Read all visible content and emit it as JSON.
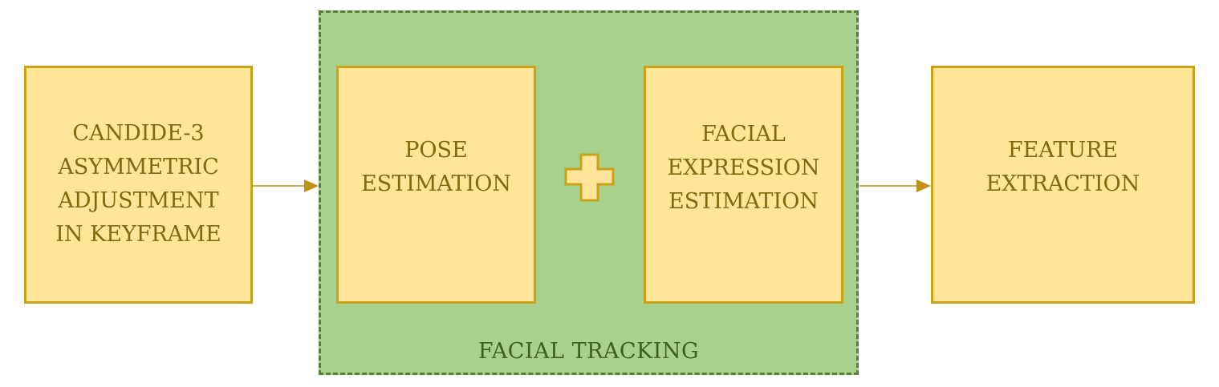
{
  "diagram": {
    "group": {
      "label": "FACIAL TRACKING"
    },
    "nodes": {
      "candide": {
        "label": "CANDIDE-3\nASYMMETRIC\nADJUSTMENT\nIN KEYFRAME"
      },
      "pose": {
        "label": "POSE\nESTIMATION"
      },
      "facial_expression": {
        "label": "FACIAL\nEXPRESSION\nESTIMATION"
      },
      "feature": {
        "label": "FEATURE\nEXTRACTION"
      }
    },
    "connectors": {
      "combine_symbol": "plus-icon"
    },
    "colors": {
      "box_fill": "#fee597",
      "box_border": "#c9a21a",
      "box_text": "#7e6a10",
      "group_fill": "#a9d18e",
      "group_border": "#548235",
      "group_text": "#3e5f1c",
      "arrow": "#c09318"
    }
  }
}
